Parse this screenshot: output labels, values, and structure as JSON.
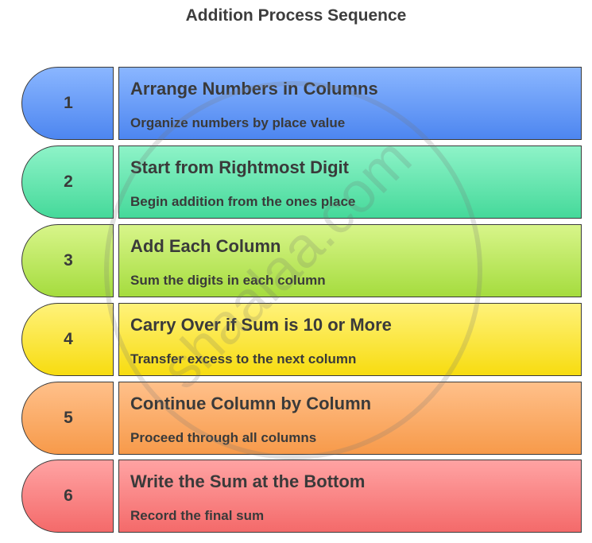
{
  "title": "Addition Process Sequence",
  "colors": {
    "step1_top": "#8ab6ff",
    "step1_bottom": "#4d86f0",
    "step2_top": "#8ef3c8",
    "step2_bottom": "#45d99a",
    "step3_top": "#d8f58a",
    "step3_bottom": "#a5dc3e",
    "step4_top": "#fff27a",
    "step4_bottom": "#f7dc10",
    "step5_top": "#ffc08a",
    "step5_bottom": "#f79a4a",
    "step6_top": "#ffa3a3",
    "step6_bottom": "#f46a6a",
    "border": "#3a3a3a",
    "text": "#3a3a3a"
  },
  "steps": [
    {
      "number": "1",
      "title": "Arrange Numbers in Columns",
      "description": "Organize numbers by place value"
    },
    {
      "number": "2",
      "title": "Start from Rightmost Digit",
      "description": "Begin addition from the ones place"
    },
    {
      "number": "3",
      "title": "Add Each Column",
      "description": "Sum the digits in each column"
    },
    {
      "number": "4",
      "title": "Carry Over if Sum is 10 or More",
      "description": "Transfer excess to the next column"
    },
    {
      "number": "5",
      "title": "Continue Column by Column",
      "description": "Proceed through all columns"
    },
    {
      "number": "6",
      "title": "Write the Sum at the Bottom",
      "description": "Record the final sum"
    }
  ],
  "watermark": "shaalaa.com"
}
